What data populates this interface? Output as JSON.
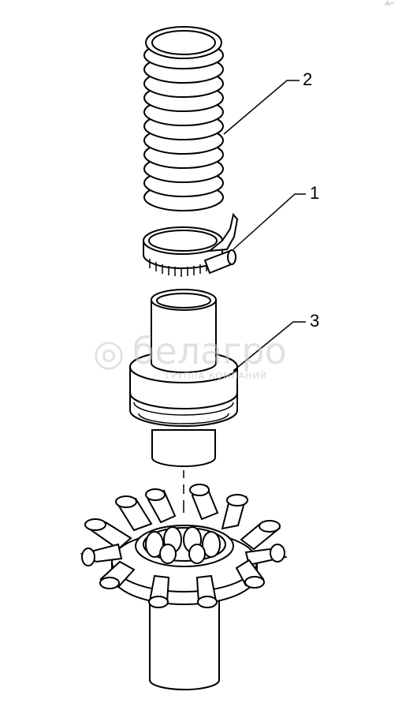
{
  "callouts": [
    {
      "id": "1",
      "label": "1"
    },
    {
      "id": "2",
      "label": "2"
    },
    {
      "id": "3",
      "label": "3"
    }
  ],
  "watermark": {
    "brand": "белагро",
    "tagline": "ГРУППА КОМПАНИЙ"
  },
  "corner_mark": "⁂ᵃˢ",
  "colors": {
    "line": "#000000",
    "paper": "#ffffff",
    "watermark": "#c9c9c9"
  }
}
